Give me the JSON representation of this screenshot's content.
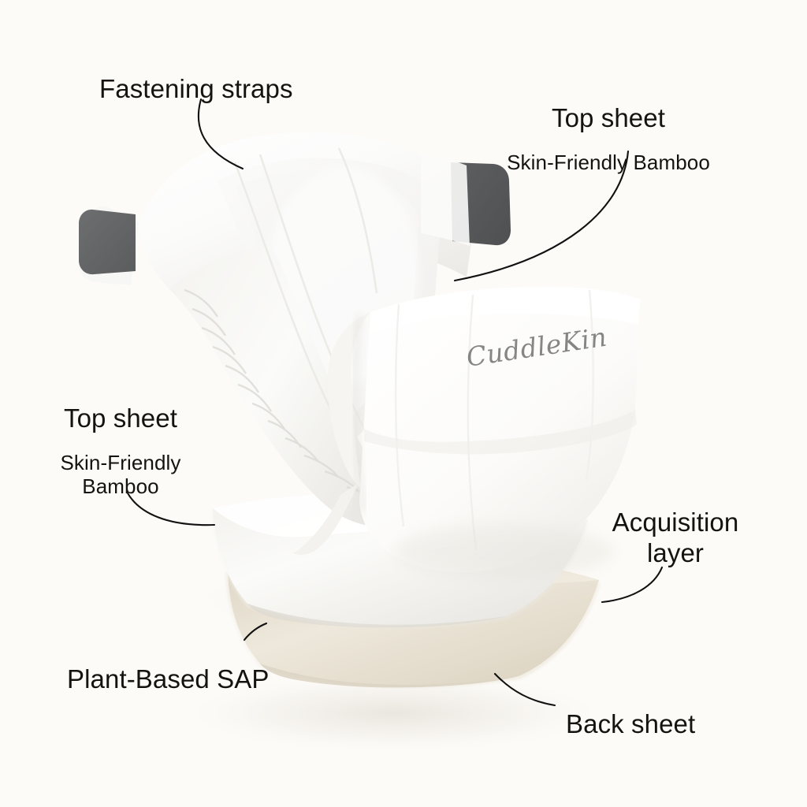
{
  "scene": {
    "background_color": "#fdfbf8",
    "product_name": "CuddleKin",
    "subject": "baby diaper exploded layer diagram"
  },
  "brand": {
    "wordmark": "CuddleKin",
    "color": "#7b7d7b"
  },
  "callouts": [
    {
      "id": "fastening-straps",
      "title": "Fastening straps",
      "subtitle": ""
    },
    {
      "id": "top-sheet-right",
      "title": "Top sheet",
      "subtitle": "Skin-Friendly Bamboo"
    },
    {
      "id": "top-sheet-left",
      "title": "Top sheet",
      "subtitle": "Skin-Friendly\nBamboo"
    },
    {
      "id": "acquisition-layer",
      "title": "Acquisition\nlayer",
      "subtitle": ""
    },
    {
      "id": "plant-based-sap",
      "title": "Plant-Based SAP",
      "subtitle": ""
    },
    {
      "id": "back-sheet",
      "title": "Back sheet",
      "subtitle": ""
    }
  ],
  "colors": {
    "text": "#16130f",
    "leader_line": "#111111",
    "fastening_tab": "#636466",
    "fastening_tab_right": "#56585a",
    "diaper_white": "#fdfdfd",
    "diaper_shadow": "#e9e8e5",
    "acquisition_sheet": "#f7f6f3",
    "back_sheet": "#e8e0d1"
  }
}
